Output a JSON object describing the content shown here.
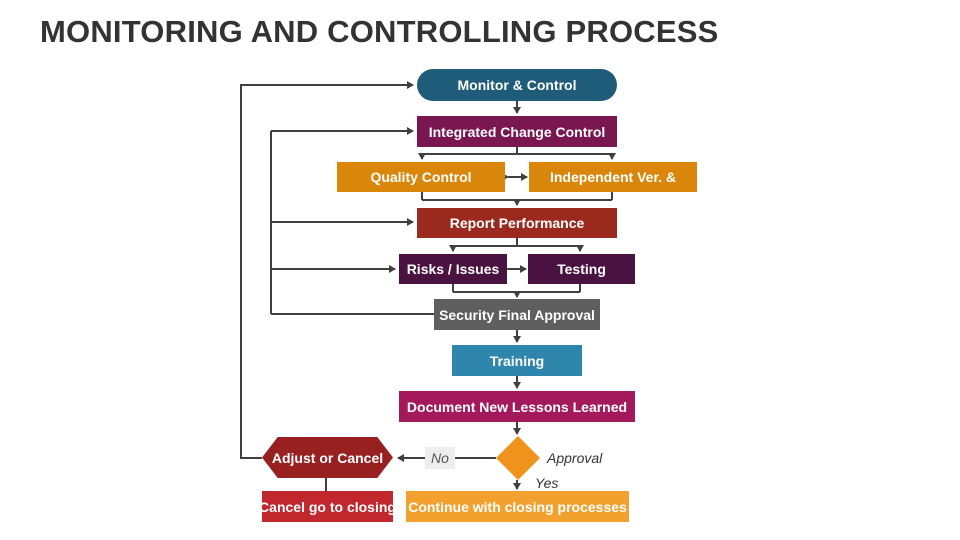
{
  "title": "MONITORING AND CONTROLLING PROCESS",
  "nodes": {
    "monitor": "Monitor & Control",
    "integrated": "Integrated Change Control",
    "quality": "Quality Control",
    "independent": "Independent Ver. &",
    "report": "Report Performance",
    "risks": "Risks / Issues",
    "testing": "Testing",
    "security": "Security Final Approval",
    "training": "Training",
    "document": "Document New Lessons Learned",
    "adjust": "Adjust or Cancel",
    "cancel": "Cancel go to closing",
    "continue": "Continue with closing processes"
  },
  "labels": {
    "no": "No",
    "approval": "Approval",
    "yes": "Yes"
  },
  "colors": {
    "monitor": "#1e5c7a",
    "integrated": "#7a1650",
    "orange": "#d9860b",
    "report": "#9b2a1e",
    "dark_purple": "#4a1240",
    "gray": "#5f5f5f",
    "training": "#2f86ad",
    "document": "#a3195b",
    "adjust": "#992020",
    "cancel": "#c0282e",
    "continue": "#f2a12f",
    "diamond": "#f0931d",
    "line": "#404040"
  }
}
